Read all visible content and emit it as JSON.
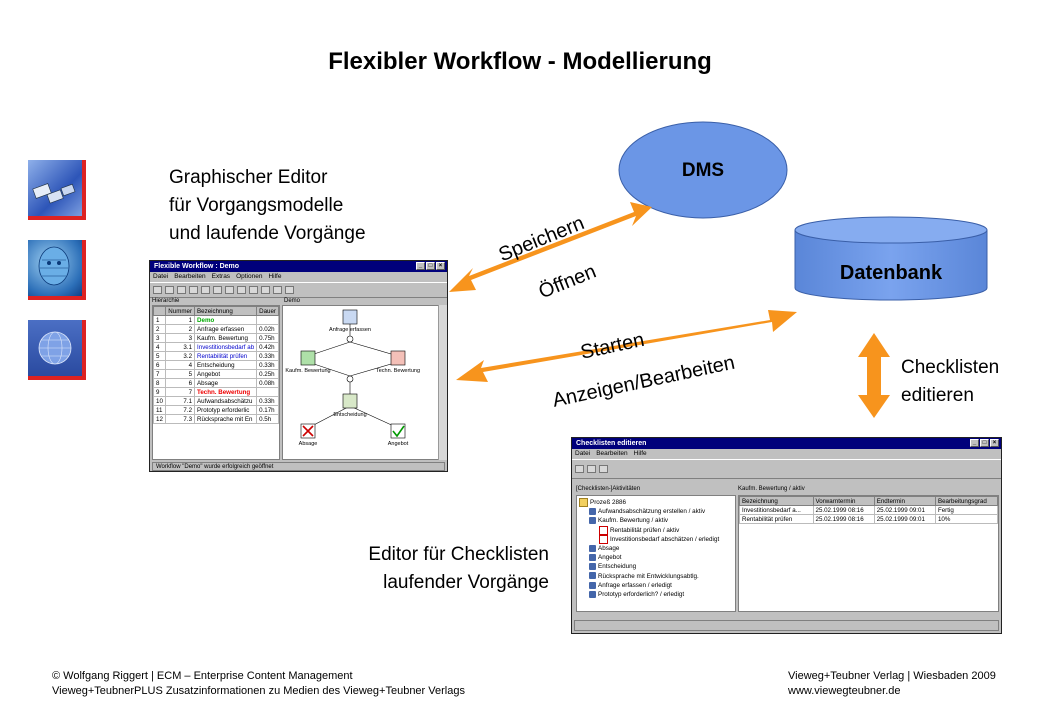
{
  "title": "Flexibler Workflow - Modellierung",
  "nodes": {
    "dms": "DMS",
    "datenbank": "Datenbank"
  },
  "labels": {
    "speichern": "Speichern",
    "oeffnen": "Öffnen",
    "starten": "Starten",
    "anzeigen": "Anzeigen/Bearbeiten",
    "checklisten_line1": "Checklisten",
    "checklisten_line2": "editieren"
  },
  "captions": {
    "editor_line1": "Graphischer Editor",
    "editor_line2": "für Vorgangsmodelle",
    "editor_line3": "und laufende Vorgänge",
    "checklist_line1": "Editor für Checklisten",
    "checklist_line2": "laufender Vorgänge"
  },
  "colors": {
    "node_fill": "#6b96e6",
    "arrow": "#f7941d",
    "thumb_border": "#dd2222",
    "titlebar": "#00007b"
  },
  "workflow_window": {
    "title": "Flexible Workflow : Demo",
    "menu": [
      "Datei",
      "Bearbeiten",
      "Extras",
      "Optionen",
      "Hilfe"
    ],
    "left_header": "Hierarchie",
    "right_header": "Demo",
    "columns": [
      "Nummer",
      "Bezeichnung",
      "Dauer"
    ],
    "rows": [
      [
        "1",
        "1",
        "Demo",
        ""
      ],
      [
        "2",
        "2",
        "Anfrage erfassen",
        "0.02h"
      ],
      [
        "3",
        "3",
        "Kaufm. Bewertung",
        "0.75h"
      ],
      [
        "4",
        "3.1",
        "Investitionsbedarf ab",
        "0.42h"
      ],
      [
        "5",
        "3.2",
        "Rentabilität prüfen",
        "0.33h"
      ],
      [
        "6",
        "4",
        "Entscheidung",
        "0.33h"
      ],
      [
        "7",
        "5",
        "Angebot",
        "0.25h"
      ],
      [
        "8",
        "6",
        "Absage",
        "0.08h"
      ],
      [
        "9",
        "7",
        "Techn. Bewertung",
        ""
      ],
      [
        "10",
        "7.1",
        "Aufwandsabschätzu",
        "0.33h"
      ],
      [
        "11",
        "7.2",
        "Prototyp erforderlic",
        "0.17h"
      ],
      [
        "12",
        "7.3",
        "Rücksprache mit En",
        "0.5h"
      ]
    ],
    "graph_nodes": [
      "Anfrage erfassen",
      "Kaufm. Bewertung",
      "Techn. Bewertung",
      "Entscheidung",
      "Absage",
      "Angebot"
    ],
    "status": "Workflow \"Demo\" wurde erfolgreich geöffnet"
  },
  "checklist_window": {
    "title": "Checklisten editieren",
    "menu": [
      "Datei",
      "Bearbeiten",
      "Hilfe"
    ],
    "left_header": "[Checklisten-]Aktivitäten",
    "right_header": "Kaufm. Bewertung / aktiv",
    "tree": [
      {
        "level": 0,
        "text": "Prozeß 2886"
      },
      {
        "level": 1,
        "text": "Aufwandsabschätzung erstellen / aktiv"
      },
      {
        "level": 1,
        "text": "Kaufm. Bewertung / aktiv"
      },
      {
        "level": 2,
        "text": "Rentabilität prüfen / aktiv"
      },
      {
        "level": 2,
        "text": "Investitionsbedarf abschätzen / erledigt"
      },
      {
        "level": 1,
        "text": "Absage"
      },
      {
        "level": 1,
        "text": "Angebot"
      },
      {
        "level": 1,
        "text": "Entscheidung"
      },
      {
        "level": 1,
        "text": "Rücksprache mit Entwicklungsabtlg."
      },
      {
        "level": 1,
        "text": "Anfrage erfassen / erledigt"
      },
      {
        "level": 1,
        "text": "Prototyp erforderlich? / erledigt"
      }
    ],
    "columns": [
      "Bezeichnung",
      "Vorwarntermin",
      "Endtermin",
      "Bearbeitungsgrad"
    ],
    "rows": [
      [
        "Investitionsbedarf a...",
        "25.02.1999 08:16",
        "25.02.1999 09:01",
        "Fertig"
      ],
      [
        "Rentabilität prüfen",
        "25.02.1999 08:16",
        "25.02.1999 09:01",
        "10%"
      ]
    ]
  },
  "footer": {
    "left_line1": "© Wolfgang Riggert | ECM – Enterprise Content Management",
    "left_line2": "Vieweg+TeubnerPLUS Zusatzinformationen zu Medien des Vieweg+Teubner Verlags",
    "right_line1": "Vieweg+Teubner Verlag | Wiesbaden 2009",
    "right_line2": "www.viewegteubner.de"
  }
}
